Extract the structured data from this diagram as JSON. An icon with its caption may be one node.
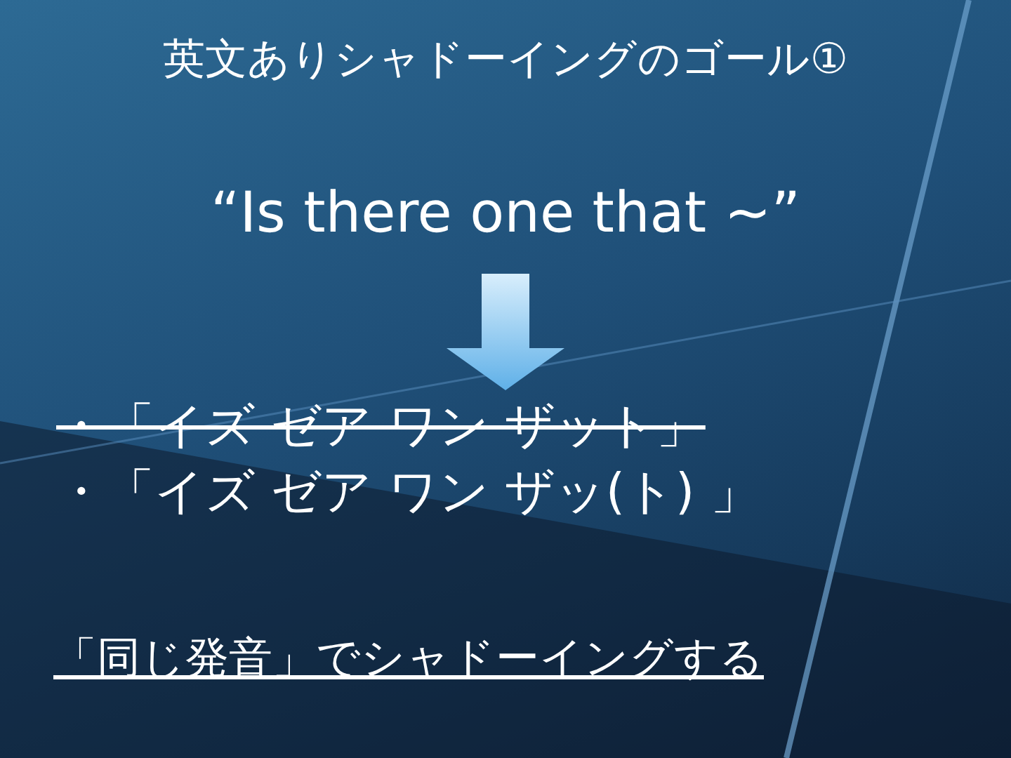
{
  "diagram": {
    "title": "英文ありシャドーイングのゴール①",
    "nodes": [
      {
        "text": [
          "“Is there one that ~”"
        ]
      },
      {
        "text": [
          "・「イズ ゼア ワン ザット」",
          "・「イズ ゼア ワン ザッ(ト) 」"
        ]
      }
    ],
    "edges": [
      {
        "from": 0,
        "to": 1,
        "arrow": "to"
      }
    ],
    "labels": [
      "「同じ発音」でシャドーイングする"
    ]
  }
}
